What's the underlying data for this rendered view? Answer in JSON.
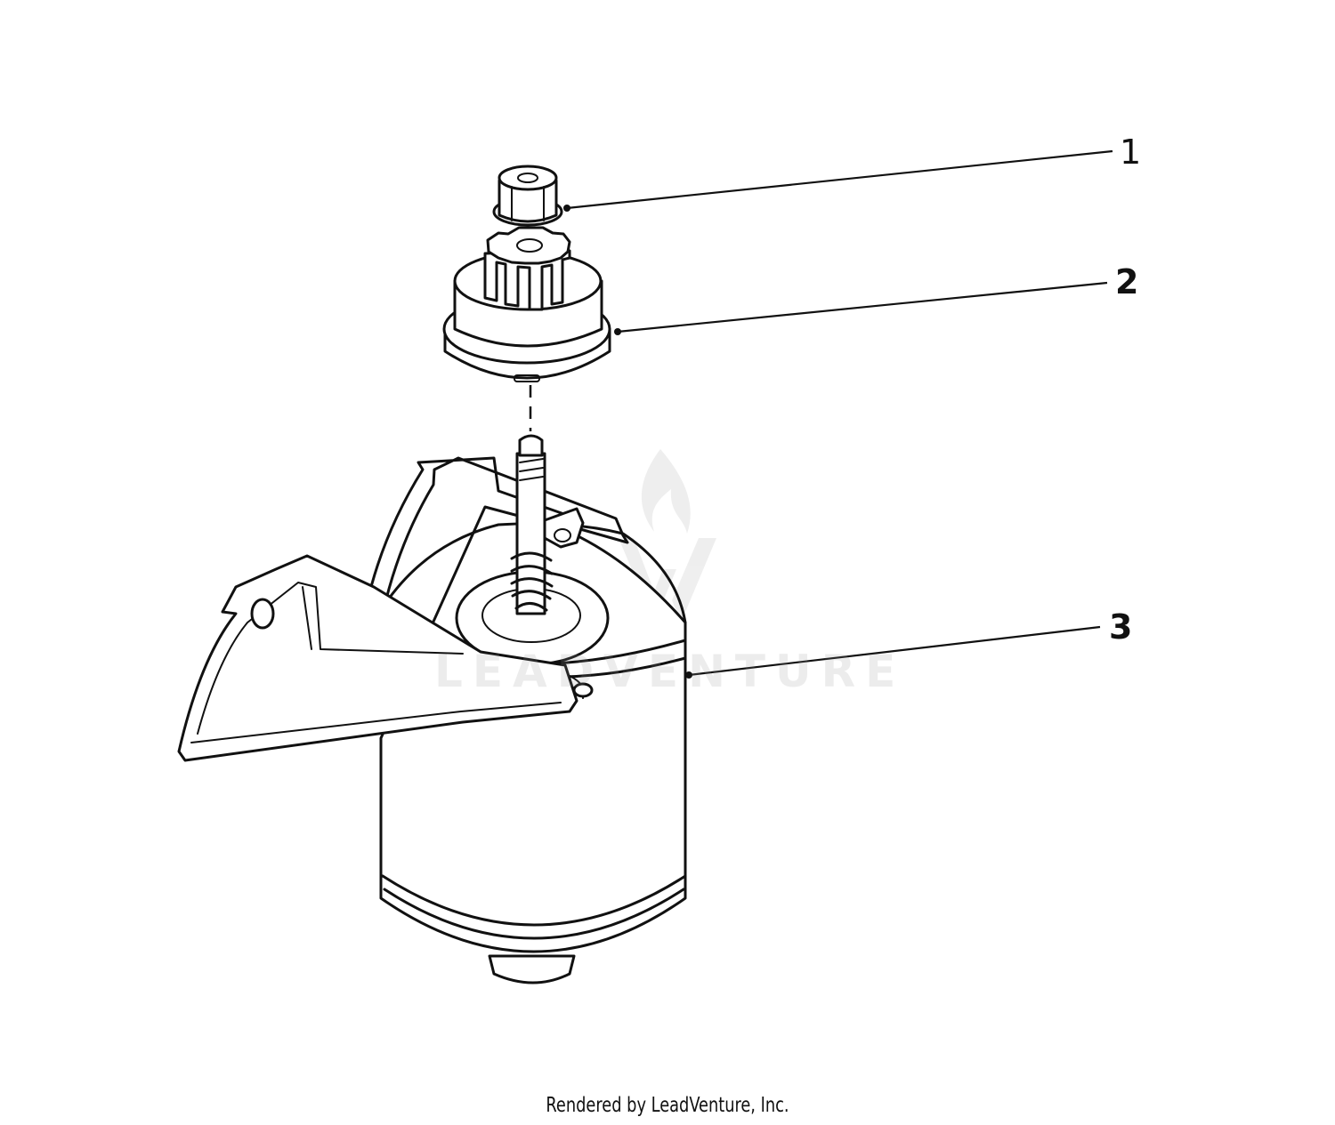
{
  "callouts": {
    "one": "1",
    "two": "2",
    "three": "3"
  },
  "watermark": {
    "text": "LEADVENTURE"
  },
  "footer": {
    "credit": "Rendered by LeadVenture, Inc."
  }
}
